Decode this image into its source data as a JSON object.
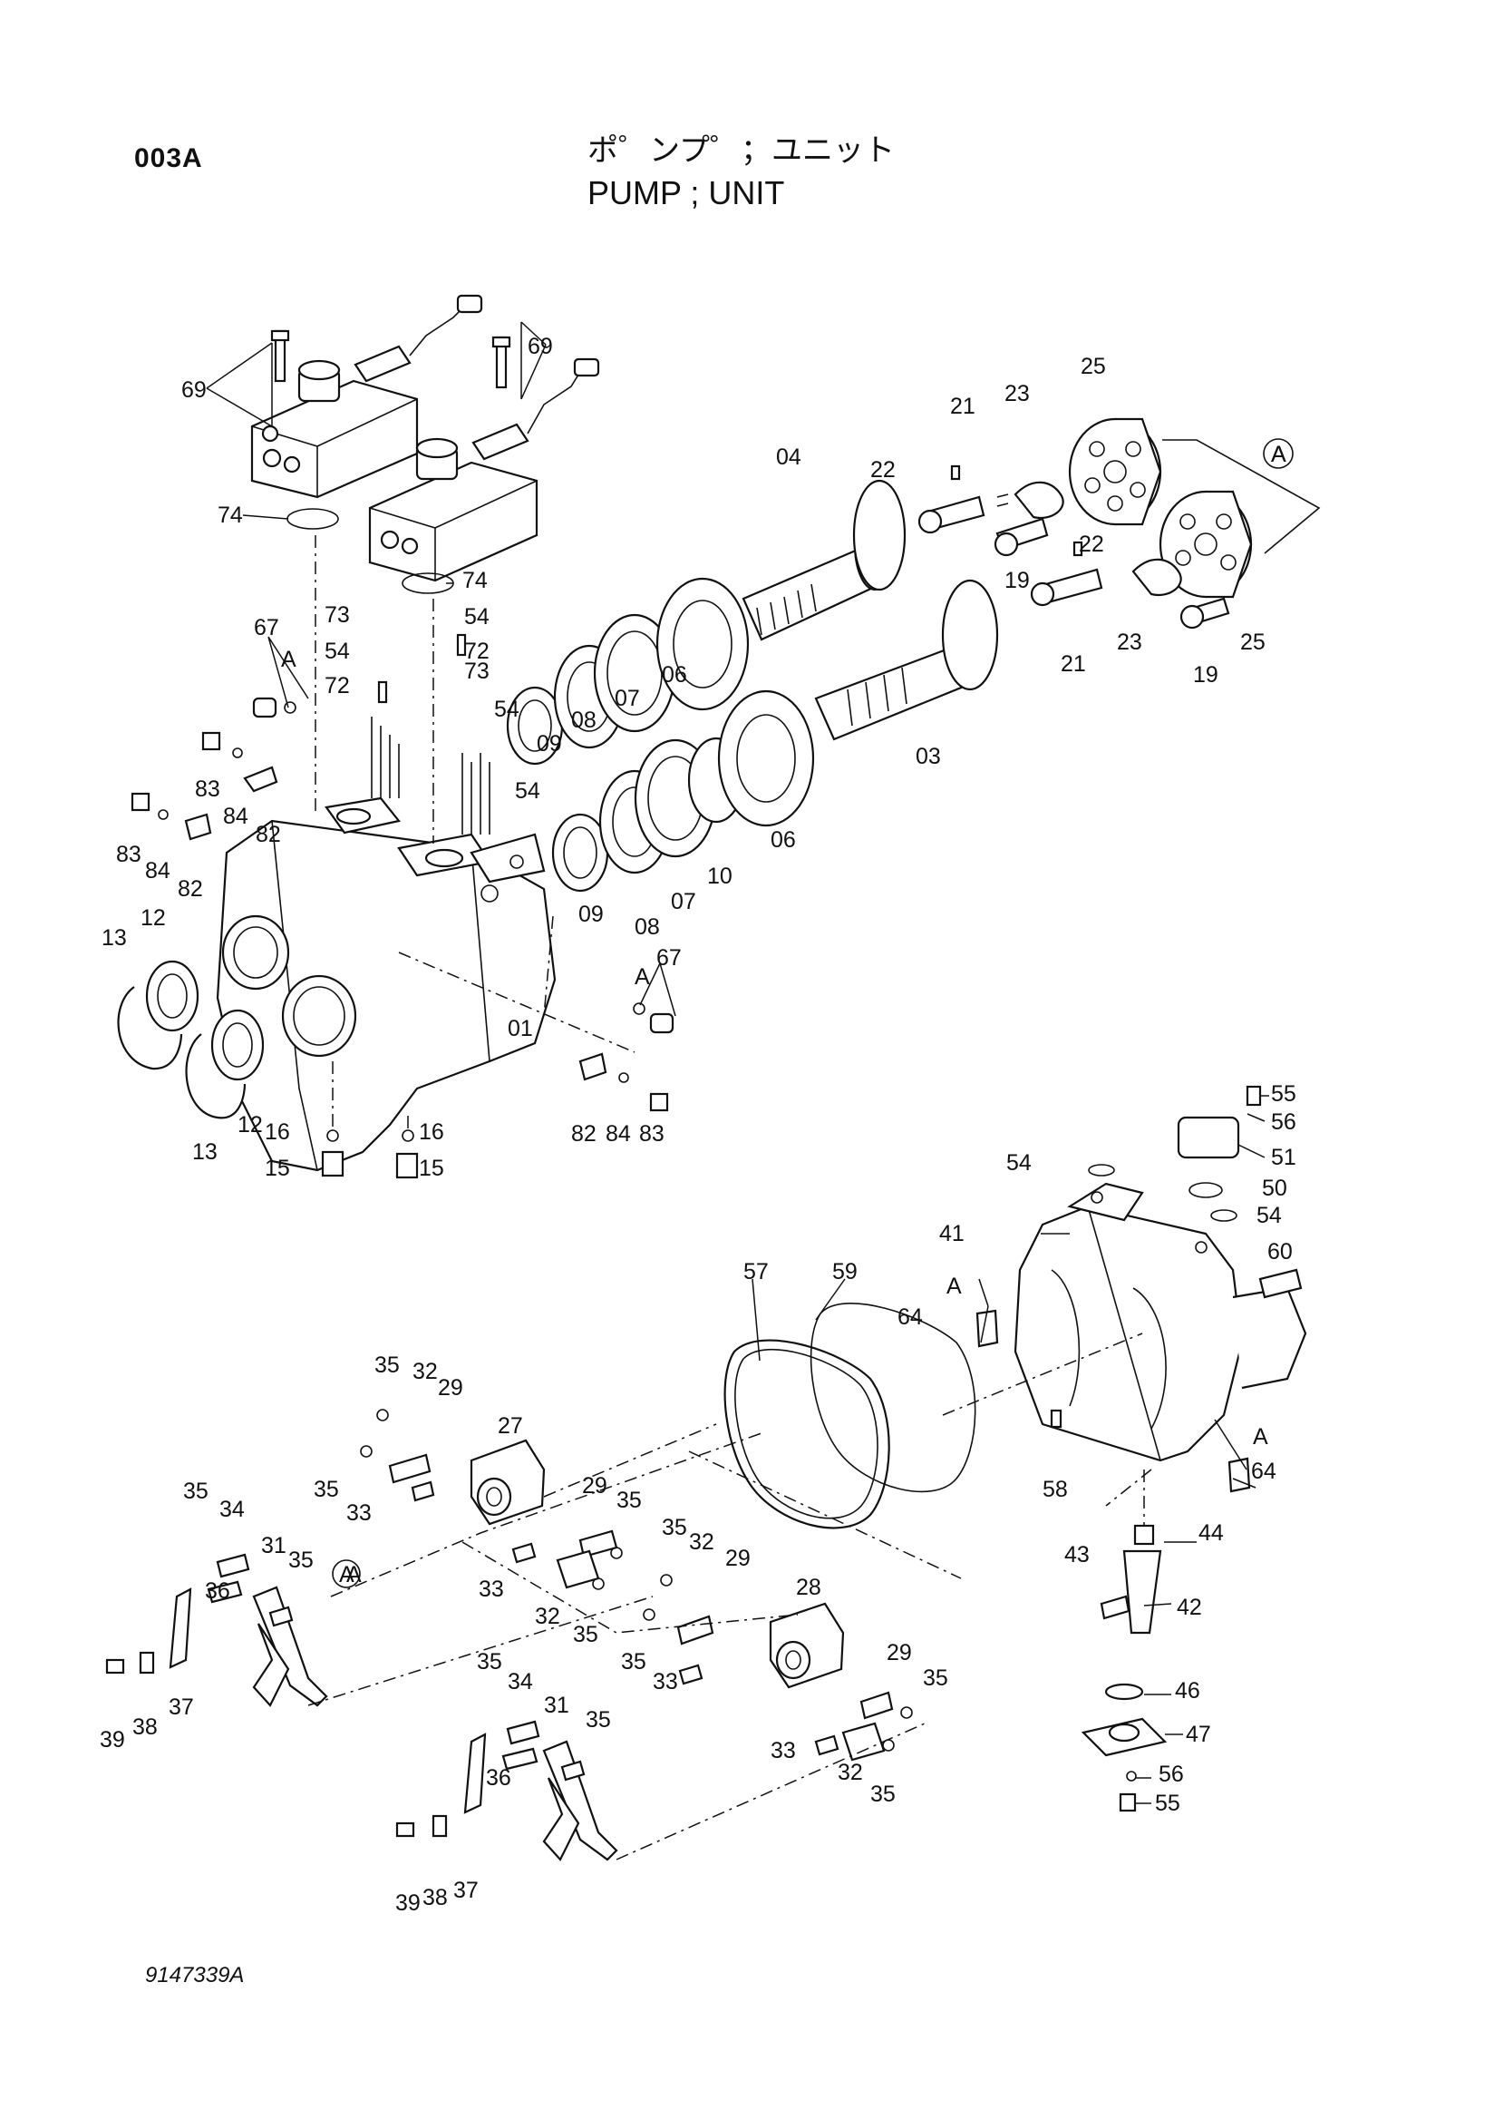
{
  "header": {
    "page_code": "003A",
    "title_jp": "ポ゜ンプ゜；ユニット",
    "title_en": "PUMP  ; UNIT"
  },
  "footer": {
    "drawing_number": "9147339A"
  },
  "diagram": {
    "reference_marker": "A",
    "callouts": [
      "69",
      "69",
      "74",
      "74",
      "73",
      "54",
      "54",
      "72",
      "72",
      "73",
      "54",
      "67",
      "A",
      "83",
      "84",
      "82",
      "83",
      "84",
      "82",
      "13",
      "12",
      "13",
      "12",
      "16",
      "15",
      "16",
      "15",
      "01",
      "82",
      "84",
      "83",
      "A",
      "67",
      "09",
      "08",
      "07",
      "06",
      "04",
      "22",
      "21",
      "23",
      "25",
      "A",
      "22",
      "19",
      "23",
      "21",
      "25",
      "19",
      "03",
      "54",
      "09",
      "08",
      "07",
      "10",
      "06",
      "55",
      "56",
      "51",
      "54",
      "50",
      "54",
      "41",
      "60",
      "A",
      "64",
      "A",
      "64",
      "58",
      "44",
      "43",
      "42",
      "46",
      "47",
      "56",
      "55",
      "57",
      "59",
      "35",
      "32",
      "29",
      "27",
      "35",
      "33",
      "29",
      "35",
      "35",
      "34",
      "31",
      "35",
      "36",
      "37",
      "39",
      "38",
      "33",
      "32",
      "35",
      "A",
      "35",
      "32",
      "29",
      "28",
      "35",
      "33",
      "29",
      "35",
      "33",
      "32",
      "35",
      "35",
      "34",
      "31",
      "35",
      "36",
      "37",
      "39",
      "38"
    ]
  }
}
